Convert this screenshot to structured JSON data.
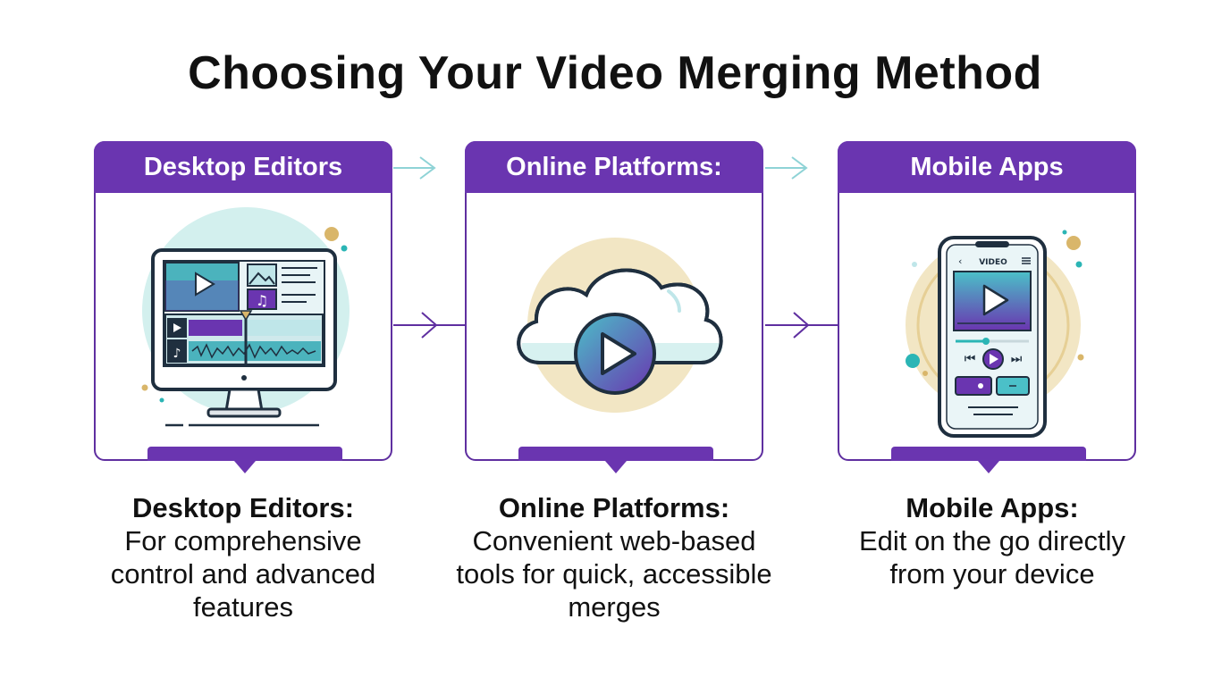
{
  "title": "Choosing Your Video Merging Method",
  "colors": {
    "purple": "#6a35b0",
    "teal": "#2bb5b5",
    "navy": "#1f2f3f",
    "gold": "#d9b66a"
  },
  "cards": [
    {
      "header": "Desktop Editors",
      "icon": "desktop-monitor-video-editor-icon",
      "desc_heading": "Desktop Editors:",
      "desc_body": "For comprehensive control and advanced features"
    },
    {
      "header": "Online Platforms:",
      "icon": "cloud-play-icon",
      "desc_heading": "Online Platforms:",
      "desc_body": "Convenient web-based tools for quick, accessible merges"
    },
    {
      "header": "Mobile Apps",
      "icon": "smartphone-video-player-icon",
      "desc_heading": "Mobile Apps:",
      "desc_body": "Edit on the go directly from your device",
      "phone_screen_label": "VIDEO"
    }
  ]
}
